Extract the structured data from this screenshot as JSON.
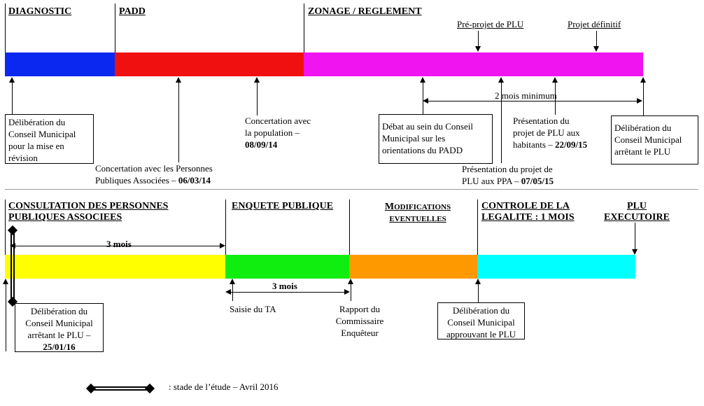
{
  "top": {
    "phases": [
      {
        "label": "DIAGNOSTIC",
        "color": "#0a28f0"
      },
      {
        "label": "PADD",
        "color": "#f01010"
      },
      {
        "label": "ZONAGE / REGLEMENT",
        "color": "#f014f0"
      }
    ],
    "pre_projet": "Pré-projet de PLU",
    "projet_definitif": "Projet définitif",
    "two_months": "2 mois minimum",
    "deliberation_revision": [
      "Délibération du",
      "Conseil Municipal",
      "pour la mise en",
      "révision"
    ],
    "concertation_ppa": [
      "Concertation avec les Personnes",
      "Publiques Associées – ",
      "06/03/14"
    ],
    "concertation_population": [
      "Concertation avec",
      "la population –",
      "08/09/14"
    ],
    "debat_padd": [
      "Débat au sein du Conseil",
      "Municipal sur les",
      "orientations du PADD"
    ],
    "presentation_ppa": [
      "Présentation du projet de",
      "PLU aux PPA – ",
      "07/05/15"
    ],
    "presentation_habitants": [
      "Présentation du",
      "projet de PLU aux",
      "habitants – ",
      "22/09/15"
    ],
    "deliberation_arret": [
      "Délibération du",
      "Conseil Municipal",
      "arrêtant le PLU"
    ]
  },
  "bottom": {
    "phase_consultation": [
      "CONSULTATION DES PERSONNES",
      "PUBLIQUES ASSOCIEES"
    ],
    "phase_enquete": "ENQUETE PUBLIQUE",
    "phase_modif": [
      "M",
      "ODIFICATIONS",
      "EVENTUELLES"
    ],
    "phase_controle": [
      "CONTROLE DE LA",
      "LEGALITE : 1 MOIS"
    ],
    "phase_executoire": [
      "PLU",
      "EXECUTOIRE"
    ],
    "bar_colors": {
      "yellow": "#ffff00",
      "green": "#10ee10",
      "orange": "#ff9900",
      "cyan": "#00ffff"
    },
    "three_months_1": "3 mois",
    "three_months_2": "3 mois",
    "deliberation_arret": [
      "Délibération du",
      "Conseil Municipal",
      "arrêtant le PLU –",
      "25/01/16"
    ],
    "saisie_ta": "Saisie du TA",
    "rapport": [
      "Rapport du",
      "Commissaire",
      "Enquêteur"
    ],
    "deliberation_approuvant": [
      "Délibération du",
      "Conseil Municipal",
      "approuvant le PLU"
    ]
  },
  "legend": ": stade de l’étude – Avril 2016"
}
